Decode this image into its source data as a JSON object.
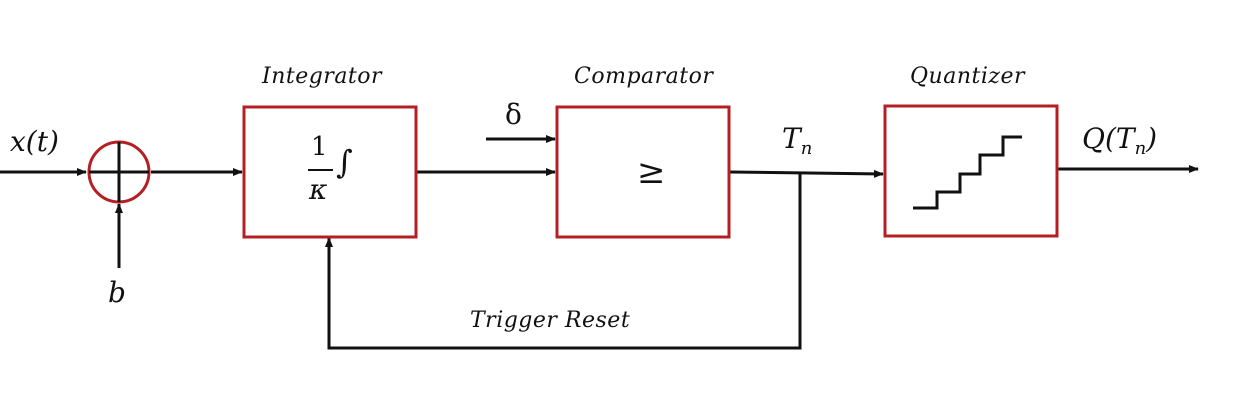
{
  "colors": {
    "block_border": "#b51f24",
    "line": "#111111",
    "background": "#ffffff"
  },
  "blocks": {
    "integrator": {
      "title": "Integrator",
      "numerator": "1",
      "denominator": "κ",
      "operator": "∫"
    },
    "comparator": {
      "title": "Comparator",
      "symbol": "≥"
    },
    "quantizer": {
      "title": "Quantizer",
      "icon": "staircase-icon"
    }
  },
  "summing_junction": {
    "icon": "summing-junction-icon"
  },
  "signals": {
    "input": "x(t)",
    "bias": "b",
    "threshold": "δ",
    "trigger_base": "T",
    "trigger_sub": "n",
    "output_pre": "Q(T",
    "output_sub": "n",
    "output_post": ")",
    "feedback": "Trigger Reset"
  }
}
